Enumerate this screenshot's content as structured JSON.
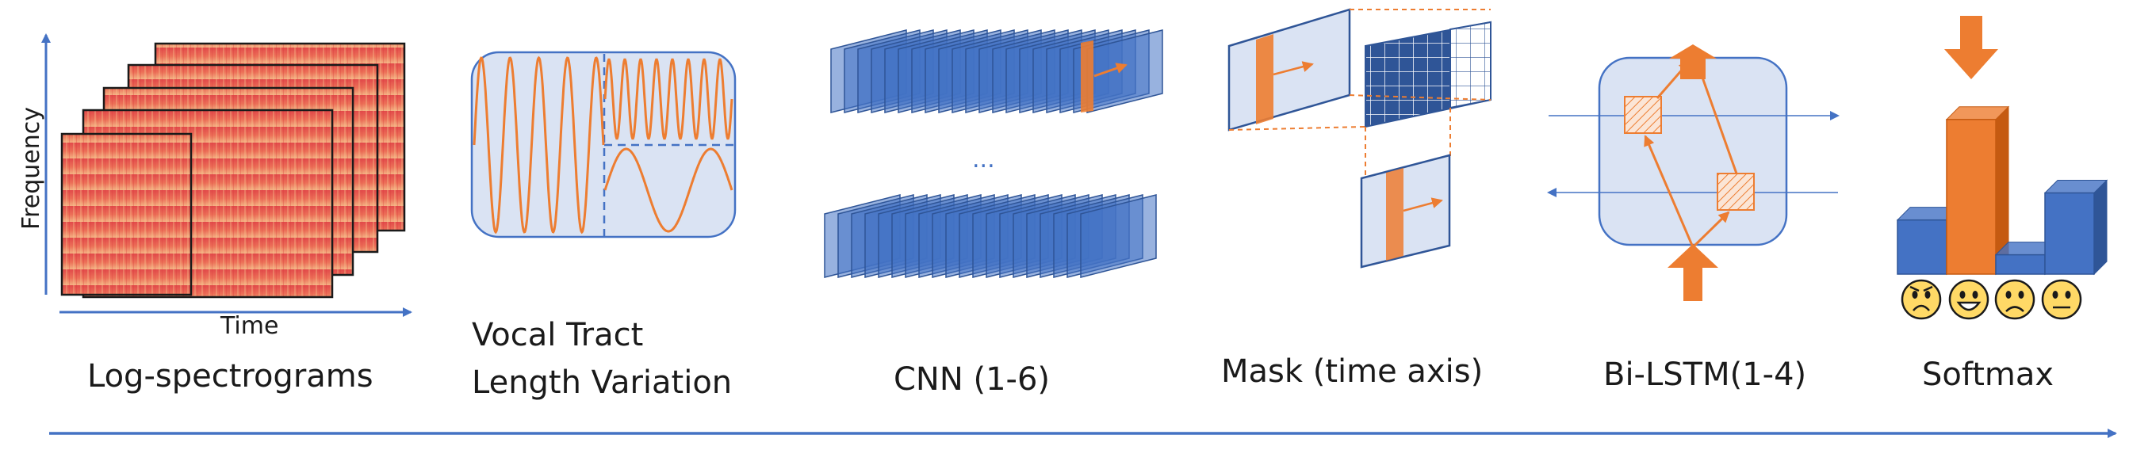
{
  "axes": {
    "x_label": "Time",
    "y_label": "Frequency"
  },
  "stages": [
    {
      "id": "log-spectrograms",
      "label": "Log-spectrograms"
    },
    {
      "id": "vtlp",
      "label_line1": "Vocal Tract",
      "label_line2": "Length Variation"
    },
    {
      "id": "cnn",
      "label": "CNN (1-6)"
    },
    {
      "id": "mask",
      "label": "Mask (time axis)"
    },
    {
      "id": "bilstm",
      "label": "Bi-LSTM(1-4)"
    },
    {
      "id": "softmax",
      "label": "Softmax"
    }
  ],
  "cnn_ellipsis": "...",
  "softmax_bars": [
    0.28,
    0.8,
    0.1,
    0.42
  ],
  "softmax_faces": [
    "angry-face-icon",
    "happy-face-icon",
    "sad-face-icon",
    "neutral-face-icon"
  ],
  "colors": {
    "blue": "#4472c4",
    "orange": "#ed7d31",
    "light_blue": "#dae3f3",
    "dark_blue": "#2f5597",
    "spectrogram_red": "#e8504a",
    "spectrogram_yellow": "#f4b183",
    "face_yellow": "#ffd966"
  }
}
